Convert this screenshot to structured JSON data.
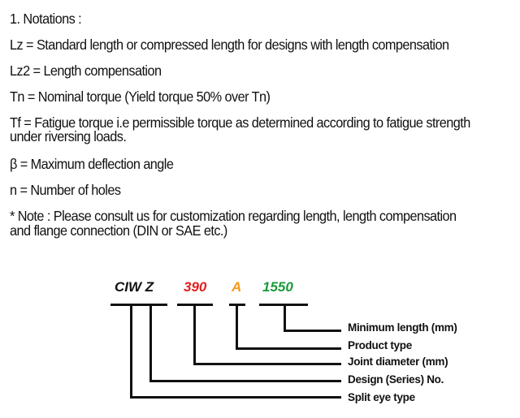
{
  "notes": {
    "heading": "1. Notations :",
    "lz": "Lz = Standard length or compressed length for designs with length compensation",
    "lz2": "Lz2 = Length compensation",
    "tn": "Tn = Nominal torque (Yield torque 50% over Tn)",
    "tf_line1": "Tf = Fatigue torque i.e permissible torque as determined according to fatigue strength",
    "tf_line2": "under riversing loads.",
    "beta": "β = Maximum deflection angle",
    "n": "n = Number of holes",
    "note_line1": "* Note  : Please consult us for customization regarding length, length compensation",
    "note_line2": "and flange connection (DIN or SAE etc.)"
  },
  "designation": {
    "series": "CIW Z",
    "diameter": "390",
    "product": "A",
    "length": "1550",
    "colors": {
      "series": "#111111",
      "diameter": "#e02020",
      "product": "#f39a1c",
      "length": "#1a9a3c"
    }
  },
  "legend": {
    "min_length": "Minimum length (mm)",
    "product_type": "Product type",
    "joint_diameter": "Joint diameter (mm)",
    "design_series": "Design (Series) No.",
    "split_eye": "Split eye type"
  }
}
